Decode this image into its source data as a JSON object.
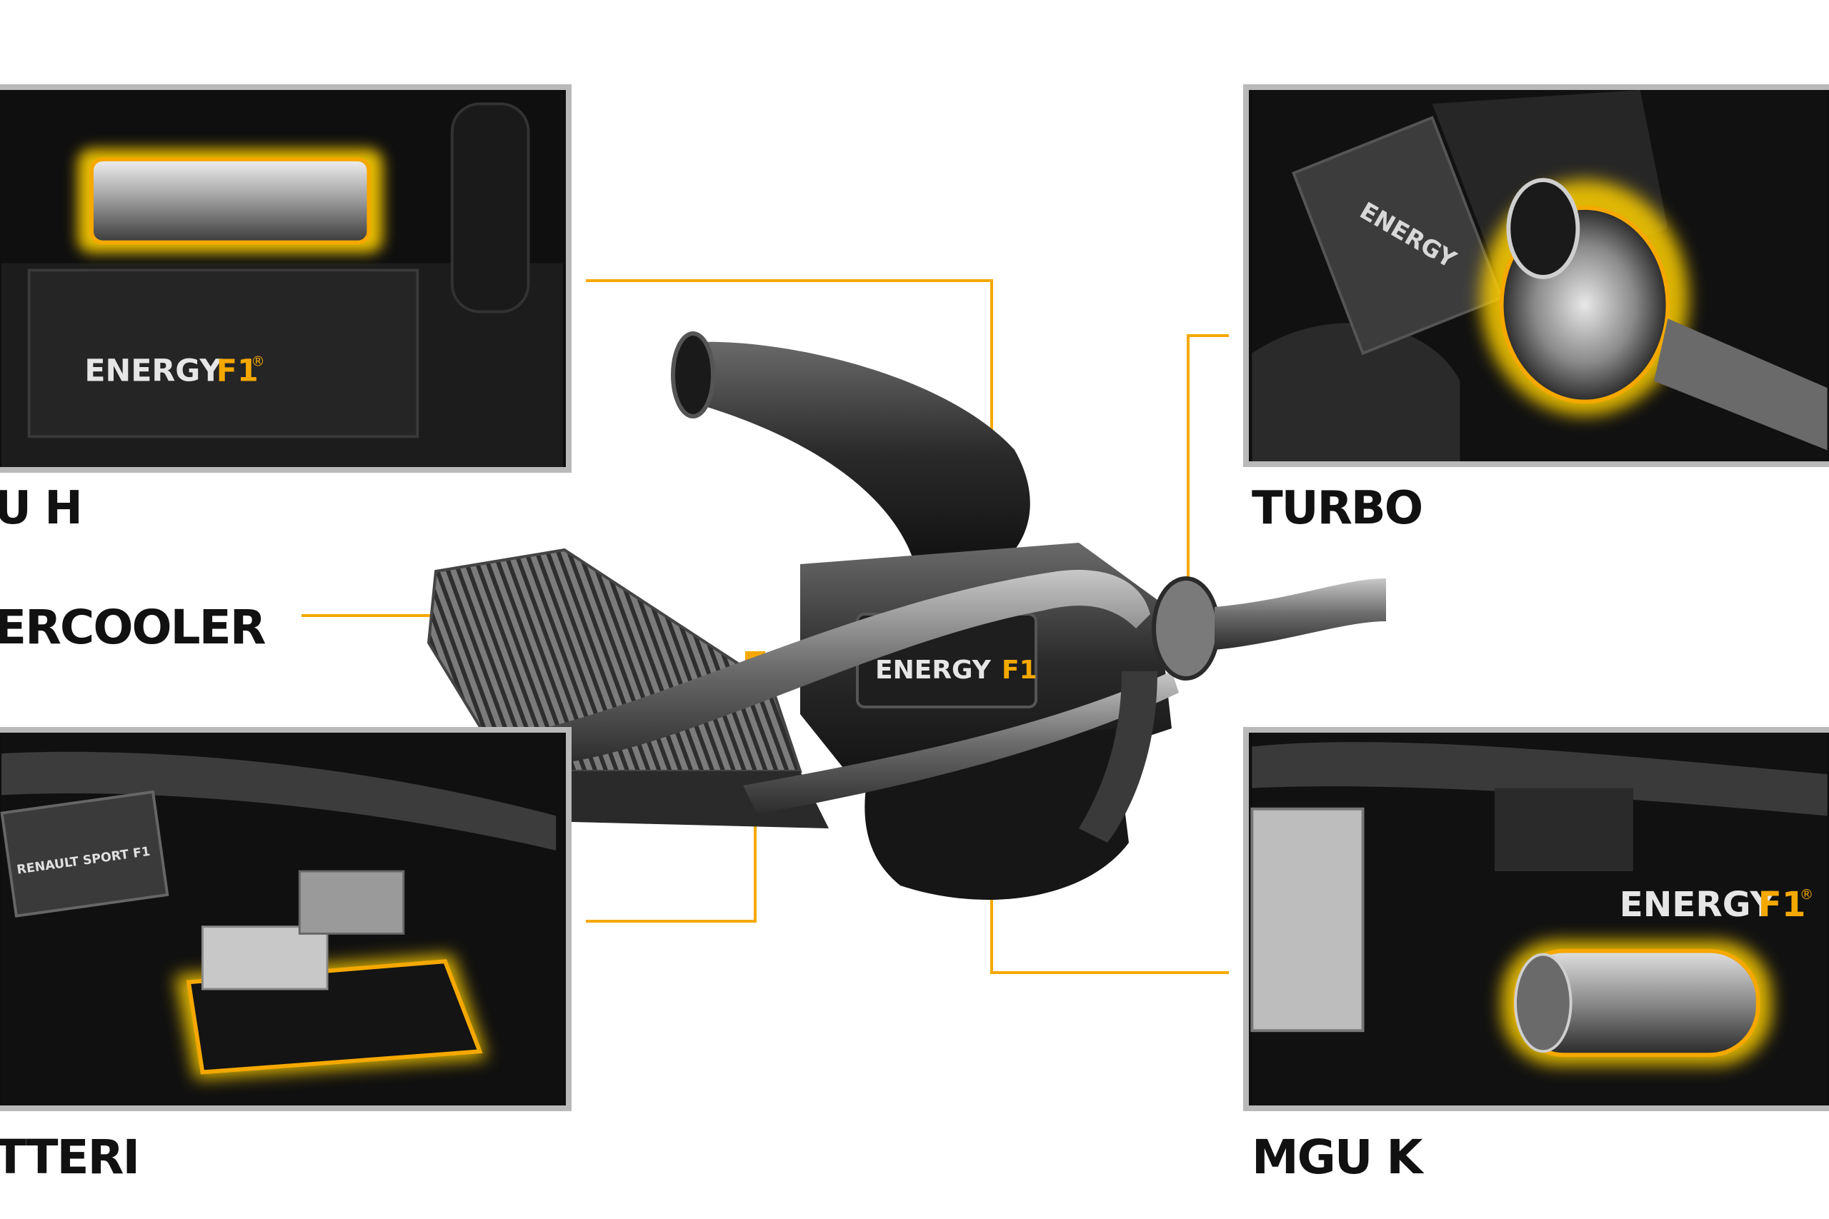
{
  "labels": {
    "mguh": "U H",
    "intercooler": "ERCOOLER",
    "batteri": "TTERI",
    "turbo": "TURBO",
    "mguk": "MGU K"
  },
  "branding": {
    "energy": "ENERGY",
    "f1": "F1",
    "registered": "®",
    "renault": "RENAULT SPORT F1"
  },
  "colors": {
    "accent": "#f5a800",
    "glow": "#ffd000",
    "panel_bg": "#0e0e0e",
    "panel_border": "#b9b9b9",
    "text": "#111111"
  }
}
